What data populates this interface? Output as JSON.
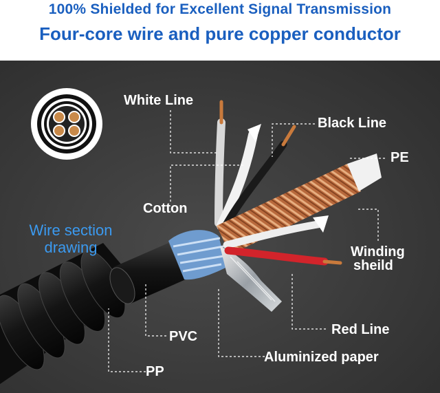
{
  "header": {
    "line1": "100% Shielded for Excellent Signal Transmission",
    "line2": "Four-core wire and pure copper conductor"
  },
  "section_drawing": {
    "label_line1": "Wire section",
    "label_line2": "drawing"
  },
  "labels": {
    "white_line": "White Line",
    "black_line": "Black Line",
    "pe": "PE",
    "cotton": "Cotton",
    "winding_line1": "Winding",
    "winding_line2": "sheild",
    "red_line": "Red Line",
    "pvc": "PVC",
    "aluminized_paper": "Aluminized paper",
    "pp": "PP"
  },
  "colors": {
    "title_blue": "#1a5fbf",
    "section_label_blue": "#3b9af0",
    "background": "#3f3f3f",
    "label_text": "#ffffff"
  }
}
